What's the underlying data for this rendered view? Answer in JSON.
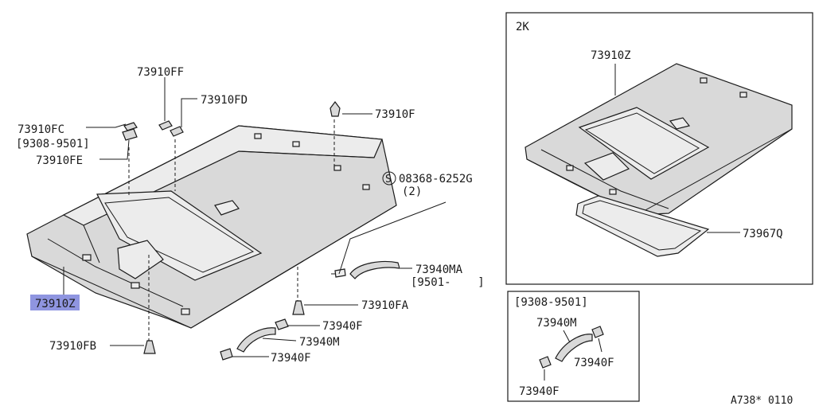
{
  "labels": {
    "ff": "73910FF",
    "fd": "73910FD",
    "fc": "73910FC",
    "fc_range": "[9308-9501]",
    "fe": "73910FE",
    "f": "73910F",
    "screw": "08368-6252G",
    "screw_qty": "(2)",
    "screw_symbol": "S",
    "ma": "73940MA",
    "ma_range": "[9501-    ]",
    "fa": "73910FA",
    "z_main": "73910Z",
    "fb": "73910FB",
    "f40_top": "73940F",
    "m40": "73940M",
    "f40_bottom": "73940F"
  },
  "inset_2k": {
    "title": "2K",
    "z": "73910Z",
    "q": "73967Q"
  },
  "inset_range": {
    "title": "[9308-9501]",
    "m": "73940M",
    "f_right": "73940F",
    "f_left": "73940F"
  },
  "footer": {
    "code": "A738* 0110"
  },
  "colors": {
    "highlight": "#8f95e0",
    "part_fill": "#d9d9d9",
    "line": "#1a1a1a"
  }
}
